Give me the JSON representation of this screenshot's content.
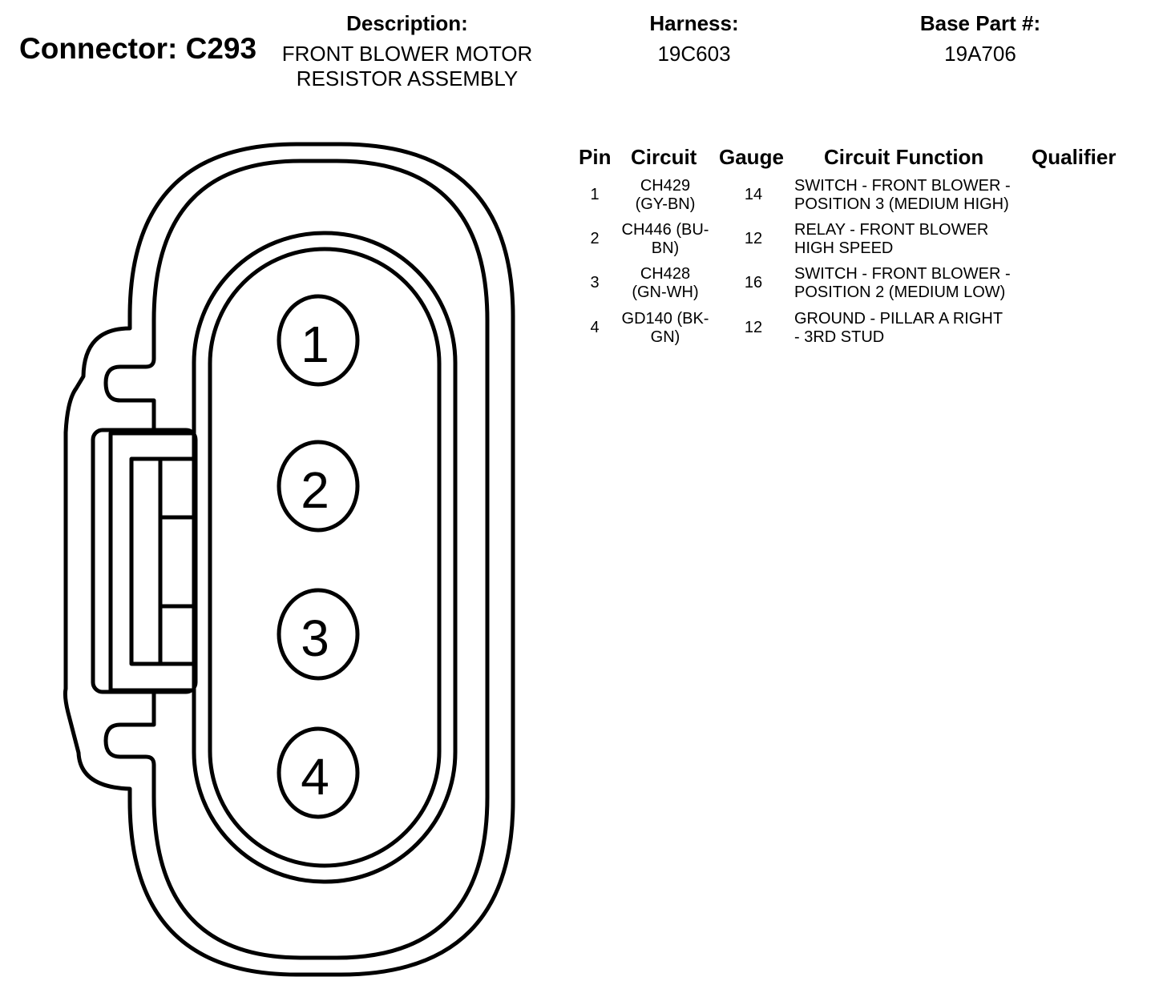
{
  "connector": {
    "label": "Connector: C293"
  },
  "header": {
    "description_title": "Description:",
    "description_value": "FRONT BLOWER MOTOR\nRESISTOR ASSEMBLY",
    "harness_title": "Harness:",
    "harness_value": "19C603",
    "base_part_title": "Base Part #:",
    "base_part_value": "19A706"
  },
  "table": {
    "columns": [
      "Pin",
      "Circuit",
      "Gauge",
      "Circuit Function",
      "Qualifier"
    ],
    "rows": [
      {
        "pin": "1",
        "circuit": "CH429\n(GY-BN)",
        "gauge": "14",
        "function": "SWITCH - FRONT BLOWER -\nPOSITION 3 (MEDIUM HIGH)",
        "qualifier": ""
      },
      {
        "pin": "2",
        "circuit": "CH446 (BU-\nBN)",
        "gauge": "12",
        "function": "RELAY - FRONT BLOWER\nHIGH SPEED",
        "qualifier": ""
      },
      {
        "pin": "3",
        "circuit": "CH428\n(GN-WH)",
        "gauge": "16",
        "function": "SWITCH - FRONT BLOWER -\nPOSITION 2 (MEDIUM LOW)",
        "qualifier": ""
      },
      {
        "pin": "4",
        "circuit": "GD140 (BK-\nGN)",
        "gauge": "12",
        "function": "GROUND - PILLAR A RIGHT\n- 3RD STUD",
        "qualifier": ""
      }
    ]
  },
  "diagram": {
    "pin_labels": [
      "1",
      "2",
      "3",
      "4"
    ],
    "line_color": "#000000",
    "fill_color": "#ffffff"
  }
}
